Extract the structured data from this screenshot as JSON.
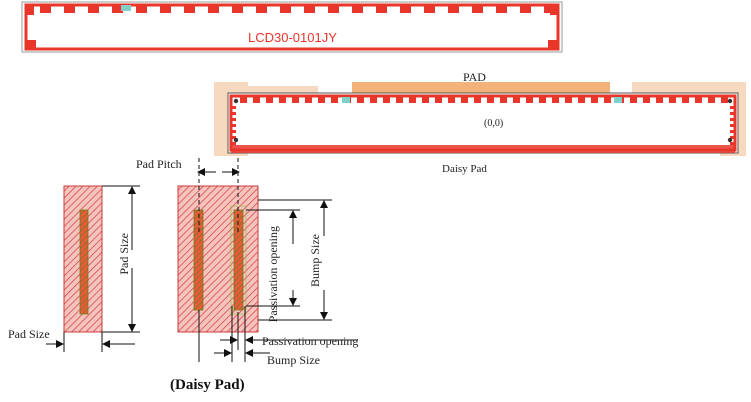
{
  "top_strip": {
    "label": "LCD30-0101JY"
  },
  "array": {
    "pad_label": "PAD",
    "origin_label": "(0,0)",
    "daisy_label": "Daisy Pad"
  },
  "dimensions": {
    "pad_pitch": "Pad Pitch",
    "pad_size_vertical": "Pad Size",
    "pad_size_horizontal": "Pad Size",
    "passivation_opening_vertical": "Passivation opening",
    "bump_size_vertical": "Bump Size",
    "passivation_opening_horizontal": "Passivation  opening",
    "bump_size_horizontal": "Bump Size"
  },
  "caption": "(Daisy Pad)",
  "colors": {
    "red": "#e8362a",
    "pad_fill": "#f3b0a8",
    "hatch": "#d94a4a",
    "bump": "#6d7d1a",
    "orange": "#f2b27a",
    "teal": "#7fd0c8"
  }
}
